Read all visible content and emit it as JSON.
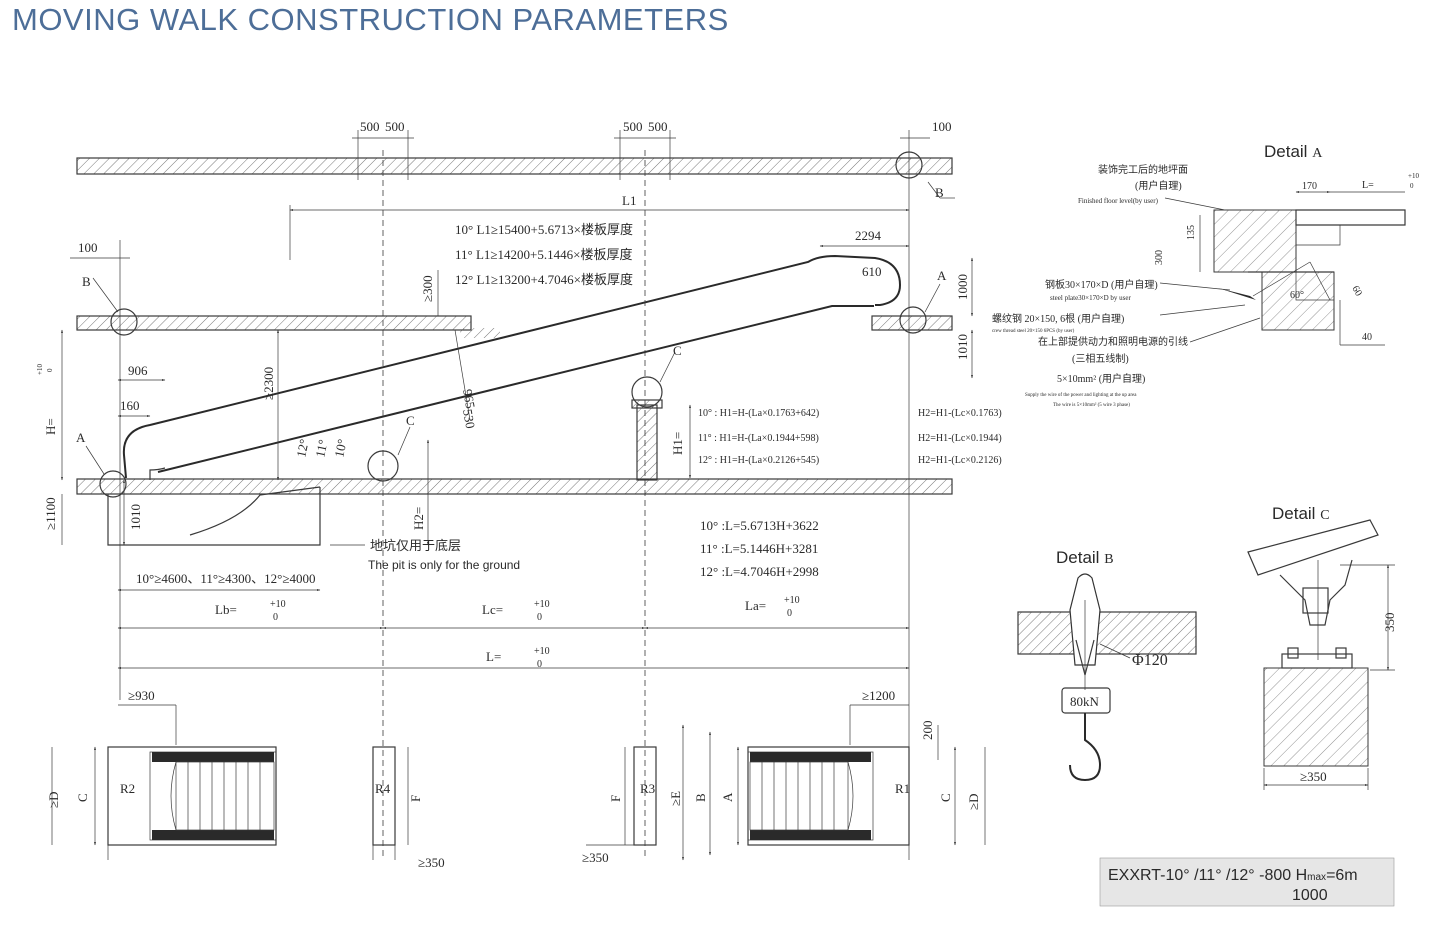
{
  "title": "MOVING WALK CONSTRUCTION PARAMETERS",
  "dims": {
    "d500": "500",
    "d100": "100",
    "L1": "L1",
    "d2294": "2294",
    "d610": "610",
    "d1000": "1000",
    "d1010": "1010",
    "ge300": "≥300",
    "ge2300": "≥2300",
    "d906": "906",
    "d160": "160",
    "d965": "965",
    "d530": "530",
    "H": "H=",
    "H_tol_top": "+10",
    "H_tol_bot": "0",
    "H1": "H1=",
    "H2": "H2=",
    "ge1100": "≥1100",
    "pit_span": "10°≥4600、11°≥4300、12°≥4000",
    "Lb": "Lb=",
    "Lc": "Lc=",
    "La": "La=",
    "L": "L=",
    "tol_top": "+10",
    "tol_bot": "0",
    "ge930": "≥930",
    "ge1200": "≥1200",
    "d200": "200",
    "ge350": "≥350",
    "geD": "≥D",
    "geE": "≥E",
    "C": "C",
    "F": "F",
    "B": "B",
    "A": "A",
    "R1": "R1",
    "R2": "R2",
    "R3": "R3",
    "R4": "R4",
    "a10": "10°",
    "a11": "11°",
    "a12": "12°"
  },
  "callouts": {
    "A": "A",
    "B": "B",
    "C": "C"
  },
  "formulas_L1": [
    "10°  L1≥15400+5.6713×楼板厚度",
    "11°  L1≥14200+5.1446×楼板厚度",
    "12°  L1≥13200+4.7046×楼板厚度"
  ],
  "formulas_H1": [
    "10° : H1=H-(La×0.1763+642)",
    "11° : H1=H-(La×0.1944+598)",
    "12° : H1=H-(La×0.2126+545)"
  ],
  "formulas_H2": [
    "H2=H1-(Lc×0.1763)",
    "H2=H1-(Lc×0.1944)",
    "H2=H1-(Lc×0.2126)"
  ],
  "formulas_L": [
    "10° :L=5.6713H+3622",
    "11° :L=5.1446H+3281",
    "12° :L=4.7046H+2998"
  ],
  "pit_note_cn": "地坑仅用于底层",
  "pit_note_en": "The pit is only for the ground",
  "detailA": {
    "title": "Detail",
    "letter": "A",
    "floor_cn": "装饰完工后的地坪面",
    "floor_cn2": "(用户自理)",
    "floor_en": "Finished floor level(by user)",
    "d170": "170",
    "L_eq": "L=",
    "d135": "135",
    "d300": "300",
    "d40": "40",
    "d60": "60",
    "angle": "60°",
    "plate_cn": "钢板30×170×D (用户自理)",
    "plate_en": "steel plate30×170×D by user",
    "rebar_cn": "螺纹钢 20×150, 6根 (用户自理)",
    "rebar_en": "crew thread steel 20×150  6PCS (by user)",
    "wire_cn": "在上部提供动力和照明电源的引线",
    "wire_cn2": "(三相五线制)",
    "wire_cn3": "5×10mm² (用户自理)",
    "wire_en": "Supply the wire of the power and lighting at the up area",
    "wire_en2": "The wire is  5×10mm² (5 wire 3 phase)"
  },
  "detailB": {
    "title": "Detail",
    "letter": "B",
    "phi": "Φ120",
    "load": "80kN"
  },
  "detailC": {
    "title": "Detail",
    "letter": "C",
    "d350": "350",
    "ge350": "≥350"
  },
  "model_line1": "EXXRT-10° /11° /12°  -800 H",
  "model_sub": "max",
  "model_tail": "=6m",
  "model_line2": "1000"
}
